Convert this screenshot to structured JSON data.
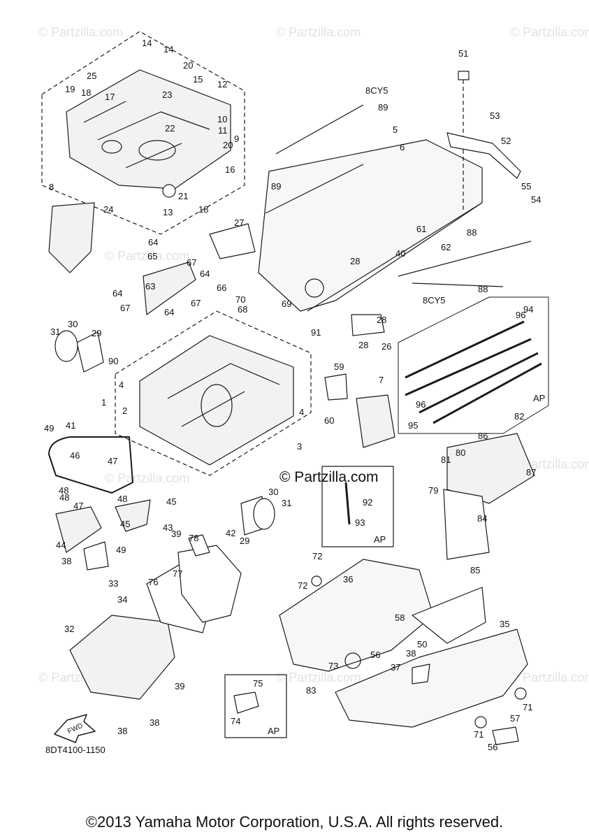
{
  "diagram_code": "8DT4100-1150",
  "copyright": "©2013 Yamaha Motor Corporation, U.S.A. All rights reserved.",
  "site_mark": "© Partzilla.com",
  "watermark": "© Partzilla.com",
  "fwd_label": "FWD",
  "group_tags": [
    "8CY5",
    "8CY5",
    "AP",
    "AP",
    "AP"
  ],
  "callouts": [
    "1",
    "2",
    "3",
    "4",
    "4",
    "5",
    "6",
    "7",
    "8",
    "9",
    "10",
    "11",
    "12",
    "13",
    "14",
    "14",
    "15",
    "16",
    "17",
    "18",
    "18",
    "19",
    "20",
    "20",
    "21",
    "22",
    "23",
    "24",
    "25",
    "26",
    "27",
    "28",
    "28",
    "28",
    "29",
    "29",
    "30",
    "30",
    "31",
    "31",
    "32",
    "33",
    "34",
    "35",
    "36",
    "37",
    "38",
    "38",
    "38",
    "38",
    "39",
    "39",
    "40",
    "41",
    "42",
    "43",
    "44",
    "45",
    "45",
    "46",
    "47",
    "47",
    "48",
    "48",
    "48",
    "49",
    "49",
    "50",
    "51",
    "52",
    "53",
    "54",
    "55",
    "56",
    "56",
    "57",
    "58",
    "59",
    "60",
    "61",
    "62",
    "63",
    "64",
    "64",
    "64",
    "64",
    "65",
    "66",
    "67",
    "67",
    "67",
    "68",
    "69",
    "70",
    "71",
    "71",
    "72",
    "72",
    "73",
    "74",
    "75",
    "76",
    "77",
    "78",
    "79",
    "80",
    "81",
    "82",
    "83",
    "84",
    "85",
    "86",
    "87",
    "88",
    "88",
    "89",
    "89",
    "90",
    "91",
    "92",
    "93",
    "94",
    "95",
    "96",
    "96"
  ]
}
